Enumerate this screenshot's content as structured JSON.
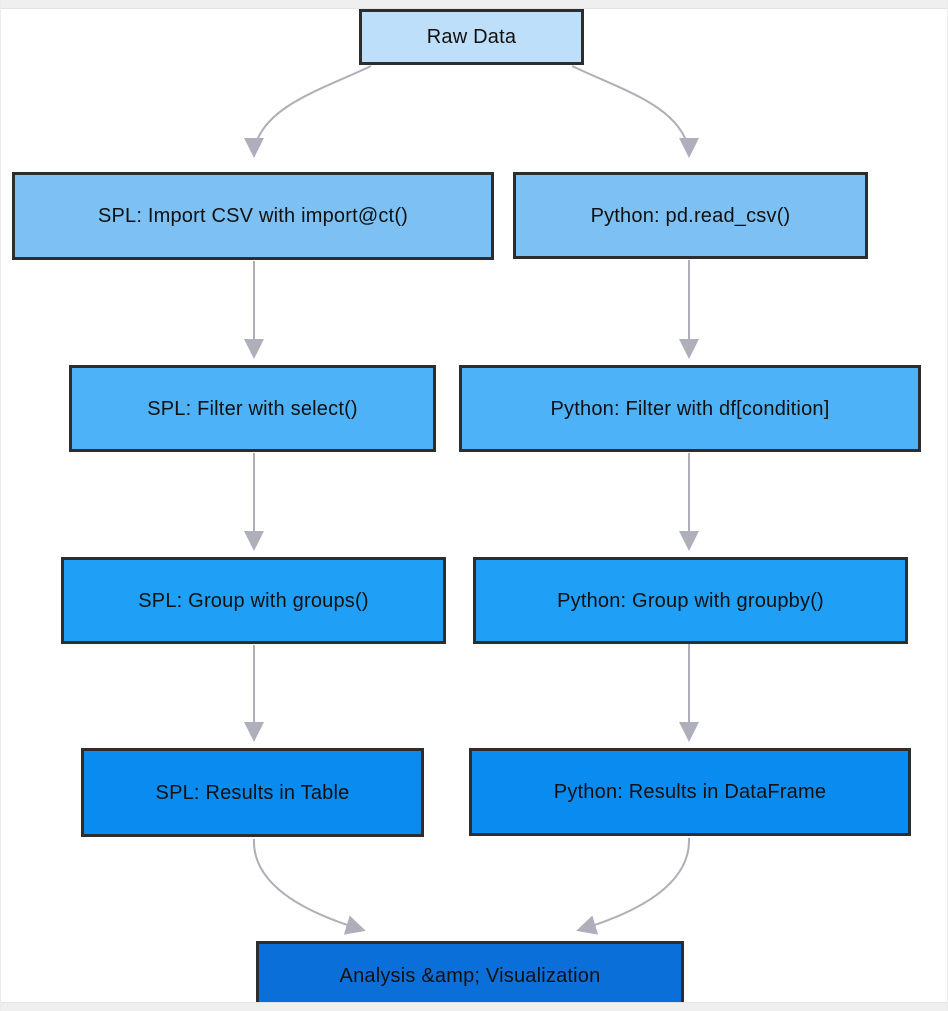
{
  "diagram": {
    "type": "flowchart",
    "direction": "top-down",
    "nodes": {
      "raw_data": {
        "label": "Raw Data",
        "fill": "#BEDFFA"
      },
      "spl_import": {
        "label": "SPL: Import CSV with import@ct()",
        "fill": "#7CC0F4"
      },
      "python_import": {
        "label": "Python: pd.read_csv()",
        "fill": "#7CC0F4"
      },
      "spl_filter": {
        "label": "SPL: Filter with select()",
        "fill": "#4DB2F8"
      },
      "python_filter": {
        "label": "Python: Filter with df[condition]",
        "fill": "#4DB2F8"
      },
      "spl_group": {
        "label": "SPL: Group with groups()",
        "fill": "#1F9FF6"
      },
      "python_group": {
        "label": "Python: Group with groupby()",
        "fill": "#1F9FF6"
      },
      "spl_results": {
        "label": "SPL: Results in Table",
        "fill": "#0A8BF0"
      },
      "python_results": {
        "label": "Python: Results in DataFrame",
        "fill": "#0A8BF0"
      },
      "analysis": {
        "label": "Analysis &amp; Visualization",
        "fill": "#0B6FD9"
      }
    },
    "edges": [
      {
        "from": "raw_data",
        "to": "spl_import"
      },
      {
        "from": "raw_data",
        "to": "python_import"
      },
      {
        "from": "spl_import",
        "to": "spl_filter"
      },
      {
        "from": "python_import",
        "to": "python_filter"
      },
      {
        "from": "spl_filter",
        "to": "spl_group"
      },
      {
        "from": "python_filter",
        "to": "python_group"
      },
      {
        "from": "spl_group",
        "to": "spl_results"
      },
      {
        "from": "python_group",
        "to": "python_results"
      },
      {
        "from": "spl_results",
        "to": "analysis"
      },
      {
        "from": "python_results",
        "to": "analysis"
      }
    ],
    "colors": {
      "node_border": "#2D2D2D",
      "edge": "#AEAFBA",
      "text": "#111111",
      "canvas": "#FFFFFF",
      "frame": "#EFEFEF"
    }
  }
}
